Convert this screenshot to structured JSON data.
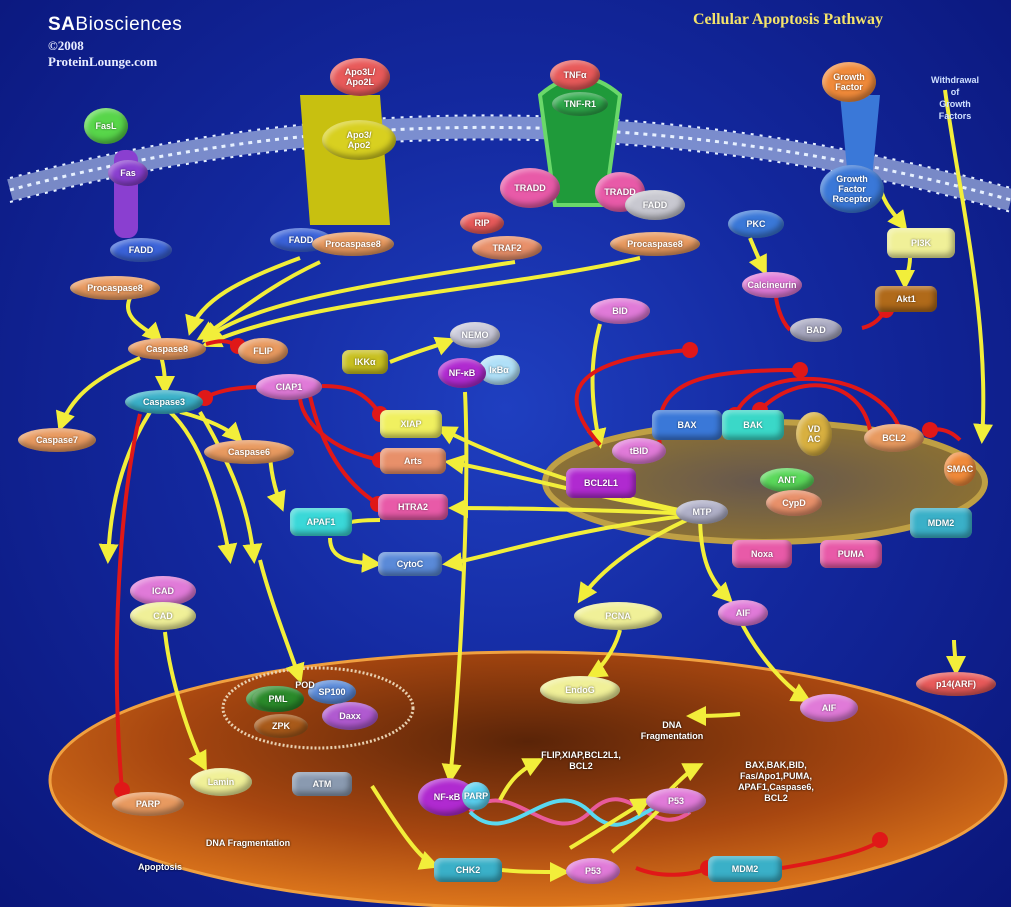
{
  "header": {
    "brand_mark": "SA",
    "brand_name": "Biosciences",
    "copyright": "©2008",
    "website": "ProteinLounge.com",
    "title": "Cellular Apoptosis Pathway"
  },
  "withdrawal_label": "Withdrawal\nof\nGrowth\nFactors",
  "membrane_receptors": [
    {
      "id": "fasl",
      "label": "FasL",
      "color": "#58d64a"
    },
    {
      "id": "fas",
      "label": "Fas",
      "color": "#8a3fd0"
    },
    {
      "id": "apo3l",
      "label": "Apo3L/\nApo2L",
      "color": "#e85a5a"
    },
    {
      "id": "apo3",
      "label": "Apo3/\nApo2",
      "color": "#d8d020"
    },
    {
      "id": "tnfa",
      "label": "TNFα",
      "color": "#e85a5a"
    },
    {
      "id": "tnfr1",
      "label": "TNF-R1",
      "color": "#2ea84a"
    },
    {
      "id": "growth_factor",
      "label": "Growth\nFactor",
      "color": "#f08a3a"
    },
    {
      "id": "growth_factor_receptor",
      "label": "Growth\nFactor\nReceptor",
      "color": "#3a78d8"
    }
  ],
  "nodes": {
    "fadd1": "FADD",
    "procaspase8_1": "Procaspase8",
    "fadd2": "FADD",
    "procaspase8_2": "Procaspase8",
    "rip": "RIP",
    "traf2": "TRAF2",
    "tradd1": "TRADD",
    "tradd2": "TRADD",
    "fadd3": "FADD",
    "procaspase8_3": "Procaspase8",
    "pi3k": "PI3K",
    "pkc": "PKC",
    "akt1": "Akt1",
    "calcineurin": "Calcineurin",
    "bad": "BAD",
    "caspase8": "Caspase8",
    "flip": "FLIP",
    "bid": "BID",
    "ikka": "IKKα",
    "nemo": "NEMO",
    "ikb": "IκBα",
    "nfkb": "NF-κB",
    "caspase7": "Caspase7",
    "caspase3": "Caspase3",
    "ciap1": "CIAP1",
    "xiap": "XIAP",
    "caspase6": "Caspase6",
    "arts": "Arts",
    "htra2": "HTRA2",
    "apaf1": "APAF1",
    "cytoc": "CytoC",
    "bax": "BAX",
    "bak": "BAK",
    "tbid": "tBID",
    "bcl2l1": "BCL2L1",
    "bcl2": "BCL2",
    "vdac": "VD\nAC",
    "ant": "ANT",
    "cypd": "CypD",
    "mtp": "MTP",
    "noxa": "Noxa",
    "puma": "PUMA",
    "mdm2_top": "MDM2",
    "icad": "ICAD",
    "cad": "CAD",
    "pcna": "PCNA",
    "smac": "SMAC",
    "endog": "EndoG",
    "aif": "AIF",
    "aif2": "AIF",
    "p14arf": "p14(ARF)",
    "pml": "PML",
    "parp": "PARP",
    "lamin": "Lamin",
    "atm": "ATM",
    "nfkb_nuc": "NF-κB",
    "p53": "P53",
    "p53_low": "P53",
    "mdm2": "MDM2",
    "chk2": "CHK2",
    "pml_nuc": "PML",
    "daxx": "Daxx",
    "sp100": "SP100",
    "zpk": "ZPK",
    "parp_nuc": "PARP"
  },
  "labels": {
    "pod": "POD",
    "fragmentation": "DNA\nFragmentation",
    "dna_frag": "DNA Fragmentation",
    "apoptosis": "Apoptosis",
    "nfkb_targets": "FLIP,XIAP,BCL2L1,\nBCL2",
    "p53_targets": "BAX,BAK,BID,\nFas/Apo1,PUMA,\nAPAF1,Caspase6,\nBCL2"
  },
  "colors": {
    "background": "#13289e",
    "activation_arrow": "#f2ee3a",
    "inhibition_arrow": "#e01818",
    "nucleus": "#c85a10",
    "mitochondrion": "#8a6a3a",
    "membrane": "#c8d8ee"
  }
}
